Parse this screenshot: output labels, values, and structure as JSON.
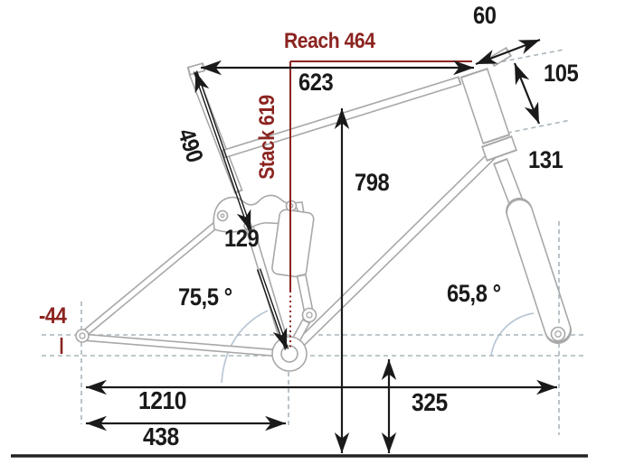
{
  "diagram": {
    "type": "bicycle-frame-geometry-drawing",
    "labels": {
      "reach": "Reach 464",
      "stack": "Stack 619",
      "top_tube": "623",
      "seat_tube": "490",
      "stem": "60",
      "head_tube": "105",
      "fork": "131",
      "standover": "798",
      "link": "129",
      "seat_angle": "75,5 °",
      "head_angle": "65,8 °",
      "bb_drop": "-44",
      "wheelbase": "1210",
      "chainstay": "438",
      "bb_height": "325"
    },
    "colors": {
      "accent_red": "#8B2420",
      "frame_gray": "#a8a8a8",
      "helper_dash_gray": "#aab5bc",
      "angle_arc_blue": "#b9c6d6",
      "dimension_black": "#1a1a1a",
      "ground_black": "#232323",
      "background": "#ffffff"
    }
  }
}
